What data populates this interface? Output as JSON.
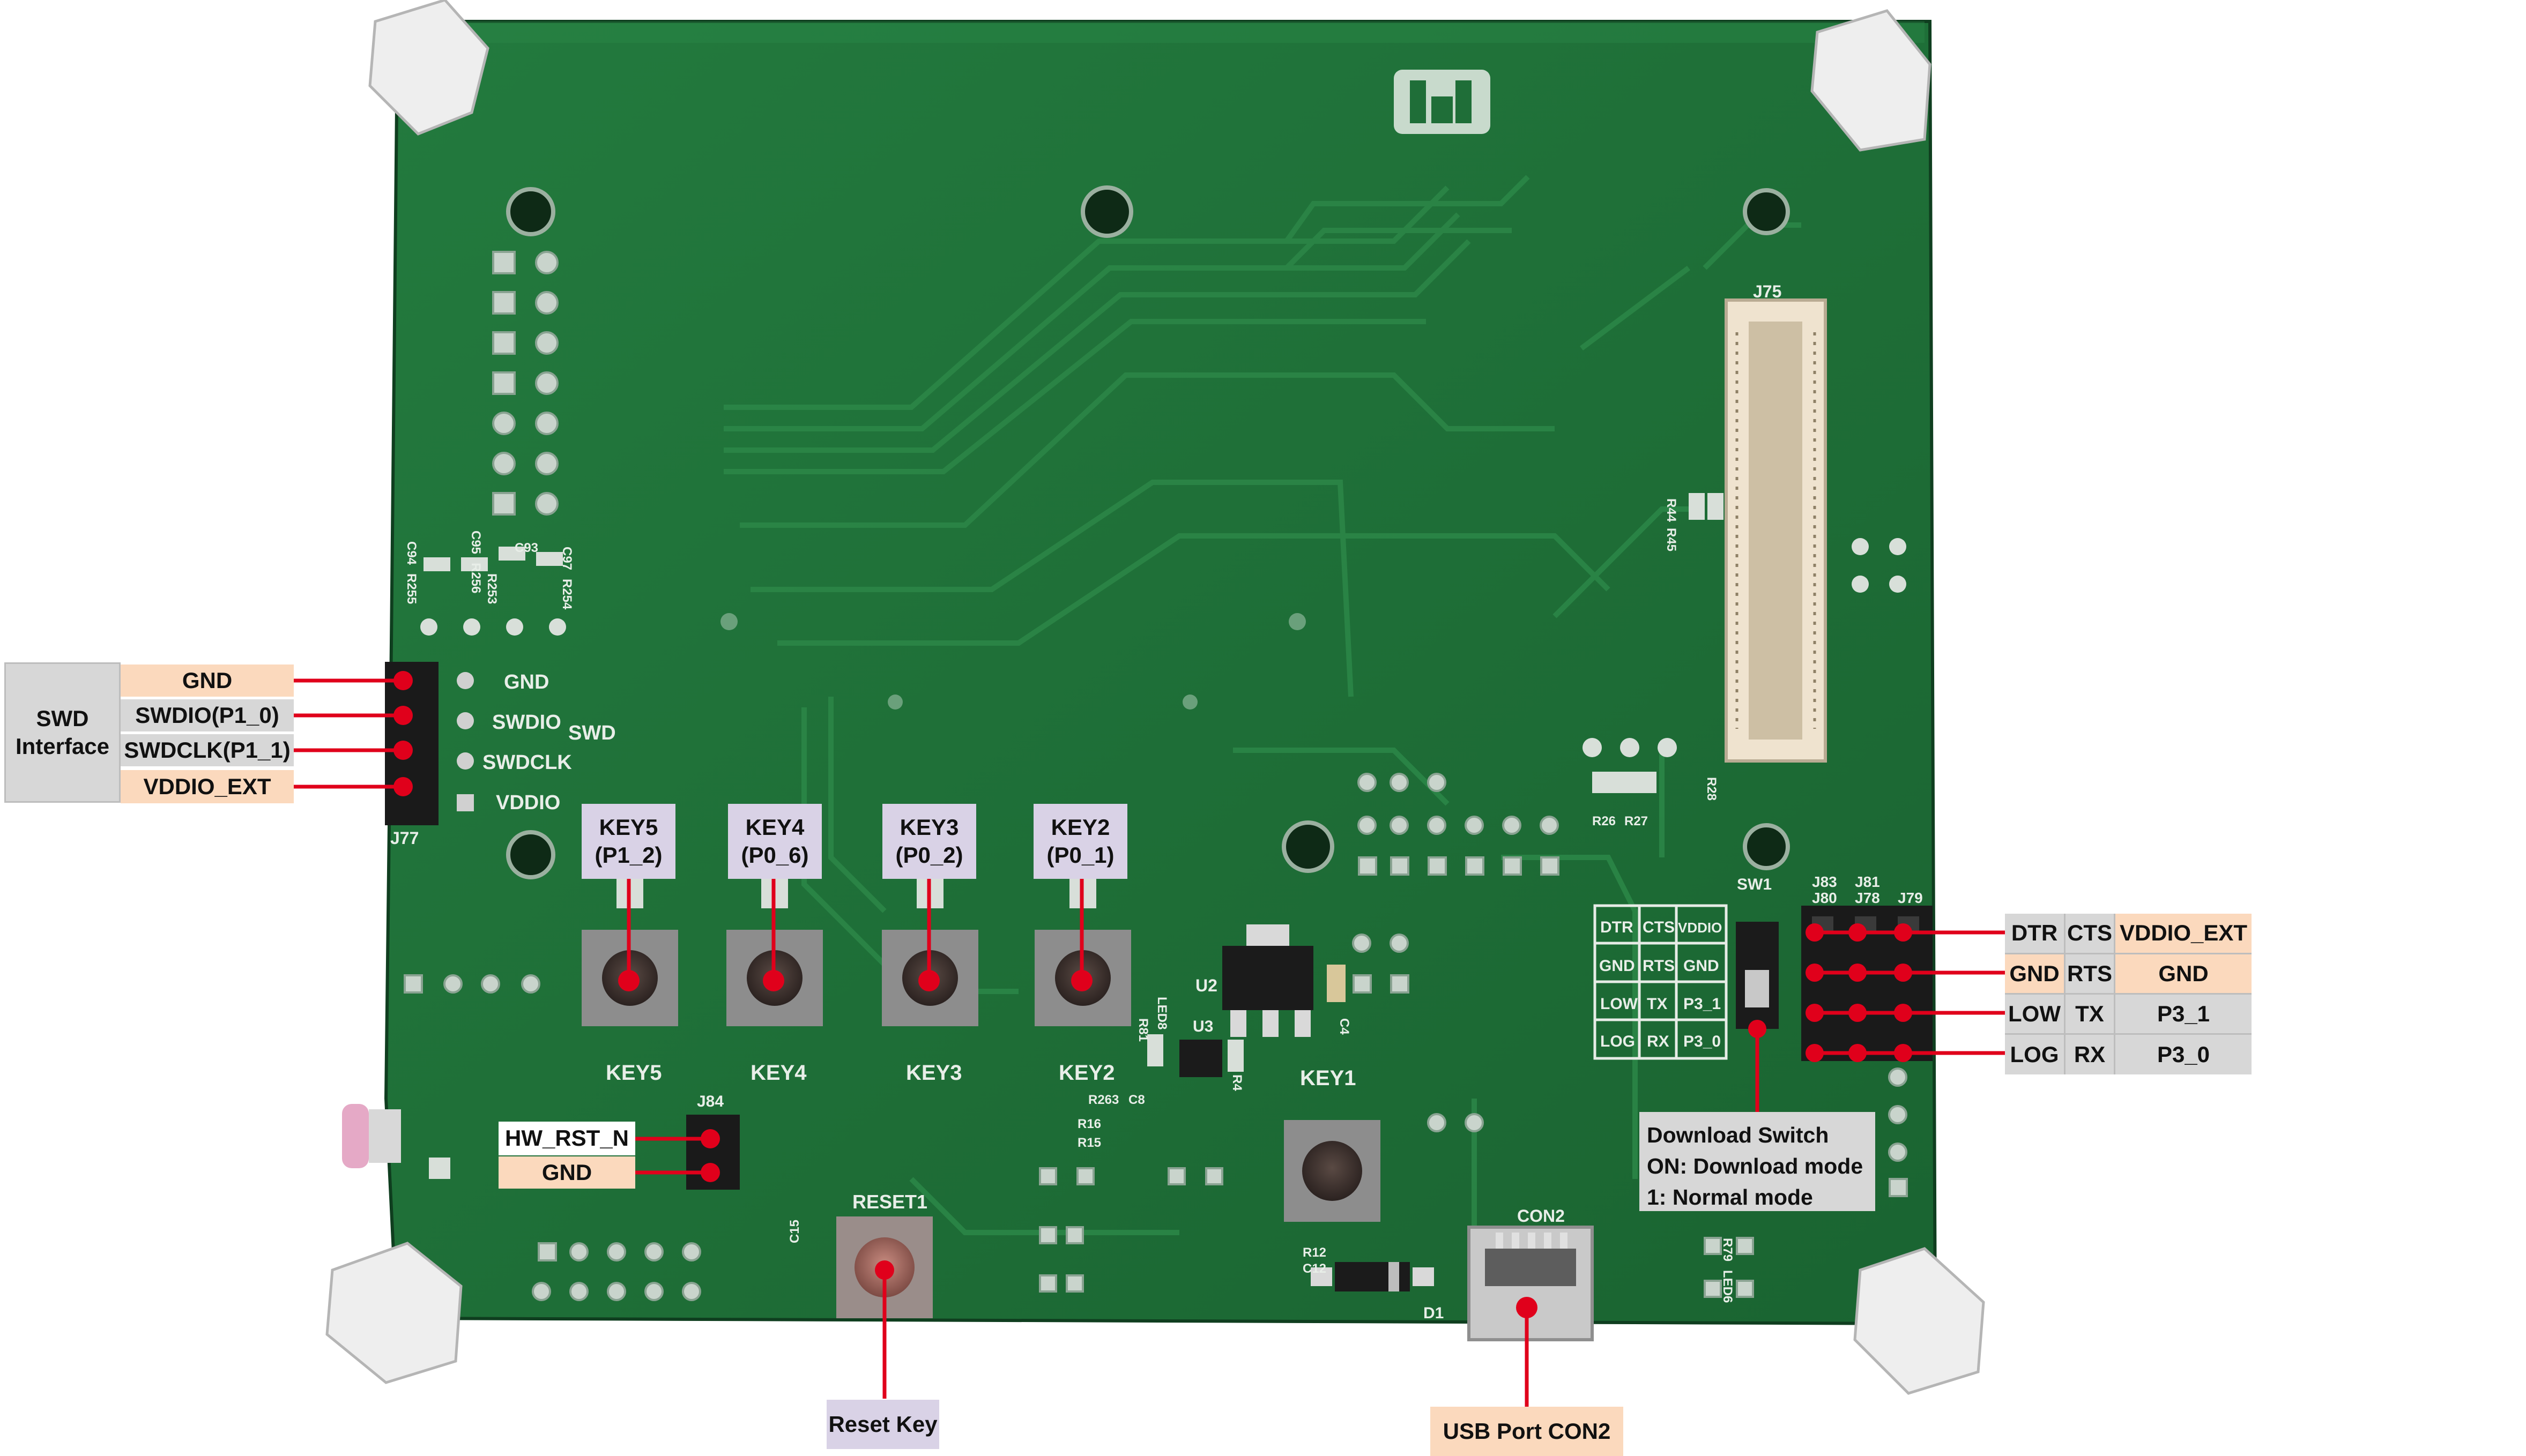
{
  "swd": {
    "group_label_line1": "SWD",
    "group_label_line2": "Interface",
    "pins": [
      "GND",
      "SWDIO(P1_0)",
      "SWDCLK(P1_1)",
      "VDDIO_EXT"
    ]
  },
  "keys": [
    {
      "name": "KEY5",
      "port": "(P1_2)"
    },
    {
      "name": "KEY4",
      "port": "(P0_6)"
    },
    {
      "name": "KEY3",
      "port": "(P0_2)"
    },
    {
      "name": "KEY2",
      "port": "(P0_1)"
    }
  ],
  "uart_table": {
    "rows": [
      [
        "DTR",
        "CTS",
        "VDDIO_EXT"
      ],
      [
        "GND",
        "RTS",
        "GND"
      ],
      [
        "LOW",
        "TX",
        "P3_1"
      ],
      [
        "LOG",
        "RX",
        "P3_0"
      ]
    ]
  },
  "download_switch": {
    "line1": "Download Switch",
    "line2": "ON: Download mode",
    "line3": "1: Normal mode"
  },
  "hw_reset": {
    "line1": "HW_RST_N",
    "line2": "GND"
  },
  "callouts": {
    "reset_key": "Reset Key",
    "usb_port": "USB Port CON2"
  },
  "silkscreen": {
    "swd_pins": [
      "GND",
      "SWDIO",
      "SWDCLK",
      "VDDIO"
    ],
    "swd_title": "SWD",
    "j77": "J77",
    "j75": "J75",
    "j84": "J84",
    "key_labels": [
      "KEY5",
      "KEY4",
      "KEY3",
      "KEY2",
      "KEY1"
    ],
    "reset1": "RESET1",
    "con2": "CON2",
    "u2": "U2",
    "u3": "U3",
    "sw1": "SW1",
    "d1": "D1",
    "grid_rows": [
      [
        "DTR",
        "CTS",
        "VDDIO"
      ],
      [
        "GND",
        "RTS",
        "GND"
      ],
      [
        "LOW",
        "TX",
        "P3_1"
      ],
      [
        "LOG",
        "RX",
        "P3_0"
      ]
    ],
    "j_headers": [
      "J83",
      "J81",
      "J80",
      "J78",
      "J79"
    ],
    "small_refs": [
      "C95",
      "R256",
      "C94",
      "R255",
      "C93",
      "C97",
      "R254",
      "R253",
      "R44",
      "R45",
      "R28",
      "R26",
      "R27",
      "R16",
      "R15",
      "R263",
      "C8",
      "LED8",
      "R81",
      "R4",
      "C4",
      "R12",
      "C12",
      "R79",
      "LED6",
      "C15"
    ]
  },
  "colors": {
    "pcb": "#1f6e38",
    "pcb_dark": "#175a2d",
    "trace": "#2a8446",
    "silk": "#e6ece6",
    "callout_line": "#e0001b",
    "peach": "#fbd9bd",
    "grey": "#d7d7d7",
    "violet": "#d9d2e6"
  }
}
